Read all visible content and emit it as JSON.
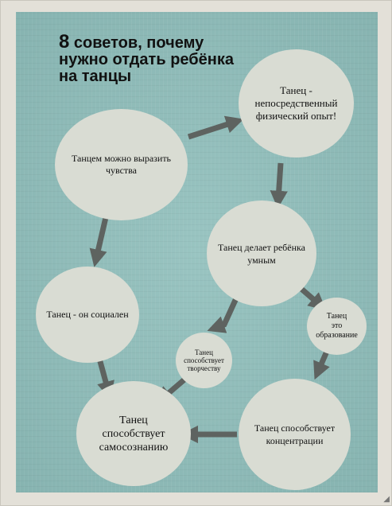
{
  "title": {
    "number": "8",
    "line1": " советов, почему",
    "line2": "нужно отдать ребёнка",
    "line3": "на танцы"
  },
  "nodes": {
    "feelings": "Танцем можно выразить чувства",
    "physical_line1": "Танец -",
    "physical_line2": "непосредственный",
    "physical_line3": "физический опыт!",
    "smart_line1": "Танец делает ребёнка",
    "smart_line2": "умным",
    "social": "Танец - он социален",
    "education_line1": "Танец",
    "education_line2": "это",
    "education_line3": "образование",
    "creativity_line1": "Танец",
    "creativity_line2": "способствует",
    "creativity_line3": "творчеству",
    "concentration_line1": "Танец способствует",
    "concentration_line2": "концентрации",
    "selfawareness_line1": "Танец",
    "selfawareness_line2": "способствует",
    "selfawareness_line3": "самосознанию"
  },
  "colors": {
    "background": "#8fbcb9",
    "circle": "#d9dcd3",
    "arrow": "#5e6360",
    "text": "#111111"
  },
  "icons": {
    "resize": "resize-grip-icon"
  }
}
